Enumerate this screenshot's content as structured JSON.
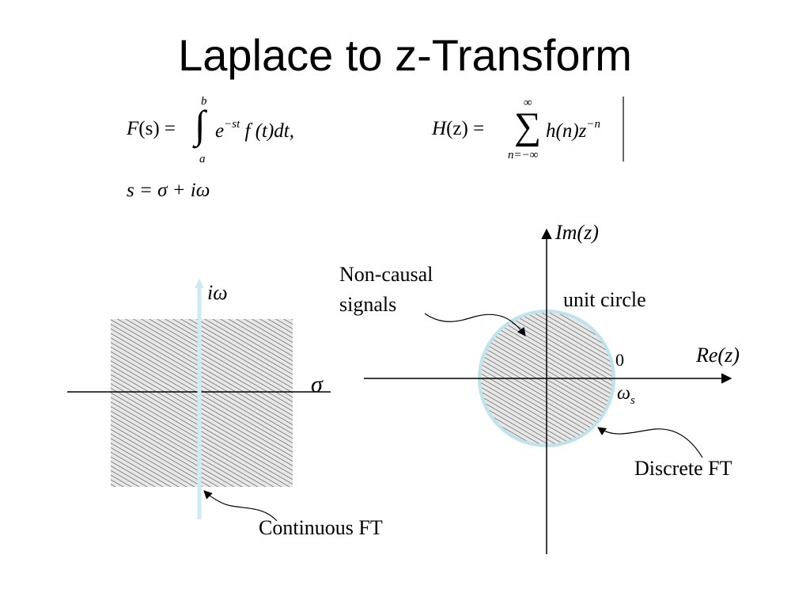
{
  "title": "Laplace to z-Transform",
  "equations": {
    "laplace": {
      "lhs": "F",
      "arg": "(s)",
      "eq": "=",
      "integral": "∫",
      "upper_limit": "b",
      "lower_limit": "a",
      "kernel_base": "e",
      "kernel_exp": "−st",
      "integrand": "f (t)dt,"
    },
    "ztransform": {
      "lhs": "H",
      "arg": "(z)",
      "eq": "=",
      "sum": "∑",
      "upper_limit": "∞",
      "lower_limit": "n=−∞",
      "summand": "h(n)z",
      "summand_exp": "−n"
    },
    "s_def": "s = σ + iω"
  },
  "s_plane": {
    "vertical_label": "iω",
    "horizontal_label": "σ",
    "annotation": "Continuous FT"
  },
  "z_plane": {
    "vertical_label": "Im(z)",
    "horizontal_label": "Re(z)",
    "circle_label": "unit circle",
    "zero_label": "0",
    "omega_label": "ω",
    "omega_sub": "s",
    "noncausal_label_line1": "Non-causal",
    "noncausal_label_line2": "signals",
    "annotation": "Discrete FT"
  },
  "colors": {
    "axis_highlight": "#cfeaf2",
    "circle_outline": "#bfe3ec",
    "hatch": "#555555",
    "region_bg": "#e8e8e8"
  }
}
